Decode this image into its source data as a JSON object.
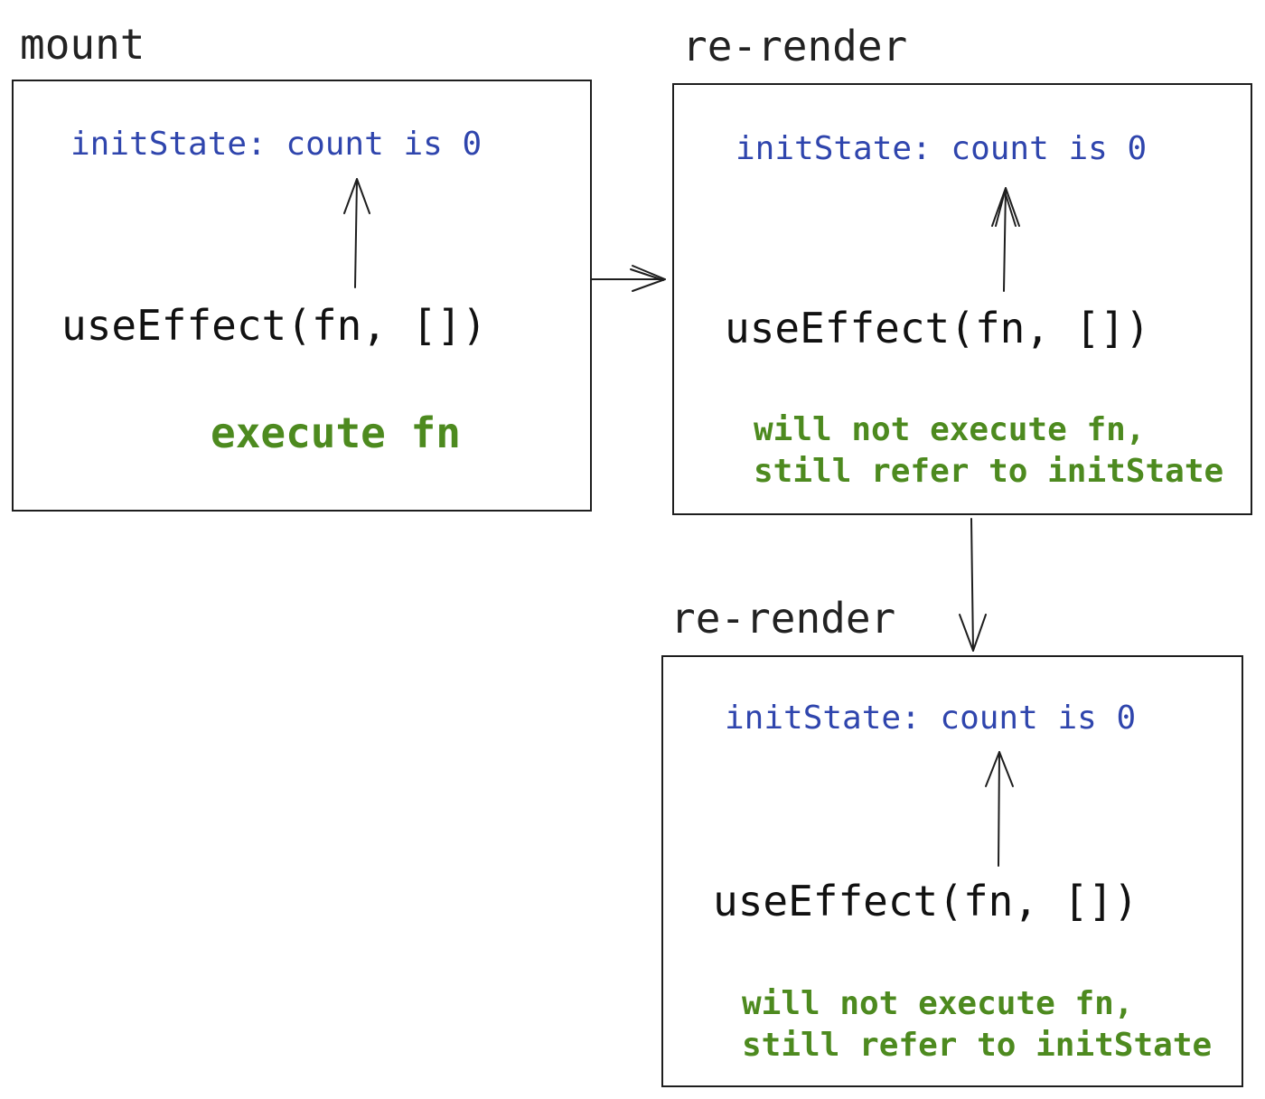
{
  "stages": [
    {
      "title": "mount",
      "init_state": "initState: count is 0",
      "hook": "useEffect(fn, [])",
      "note_line1": "execute fn",
      "note_line2": ""
    },
    {
      "title": "re-render",
      "init_state": "initState: count is 0",
      "hook": "useEffect(fn, [])",
      "note_line1": "will not execute fn,",
      "note_line2": "still refer to initState"
    },
    {
      "title": "re-render",
      "init_state": "initState: count is 0",
      "hook": "useEffect(fn, [])",
      "note_line1": "will not execute fn,",
      "note_line2": "still refer to initState"
    }
  ],
  "colors": {
    "init_state": "#2f45ad",
    "hook": "#111111",
    "note": "#4d8a1f",
    "stroke": "#1e1e1e"
  }
}
